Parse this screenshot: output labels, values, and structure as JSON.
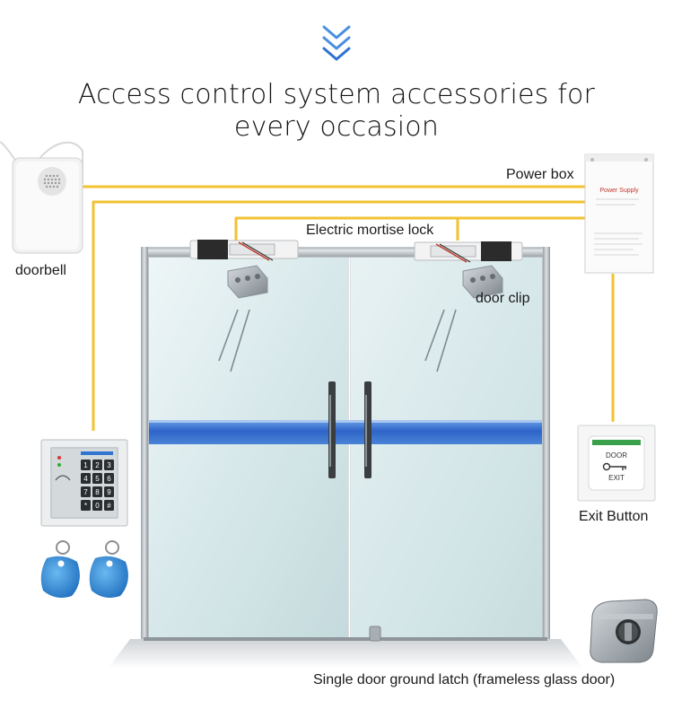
{
  "title": {
    "line1": "Access control system accessories for",
    "line2": "every occasion"
  },
  "labels": {
    "power_box": "Power box",
    "electric_mortise_lock": "Electric mortise lock",
    "doorbell": "doorbell",
    "door_clip": "door clip",
    "exit_button": "Exit Button",
    "ground_latch": "Single door ground latch (frameless glass door)"
  },
  "device_text": {
    "power_supply": "Power Supply",
    "exit_door": "DOOR",
    "exit_exit": "EXIT",
    "keypad_keys": [
      "1",
      "2",
      "3",
      "4",
      "5",
      "6",
      "7",
      "8",
      "9",
      "*",
      "0",
      "#"
    ]
  },
  "colors": {
    "wire": "#f2c232",
    "accent_chevron": "#4a8fe0",
    "glass_band": "#2e64c8",
    "tag_blue": "#2f8fd8"
  },
  "icons": {
    "chevron": "double-chevron-down-icon",
    "key": "key-icon"
  }
}
